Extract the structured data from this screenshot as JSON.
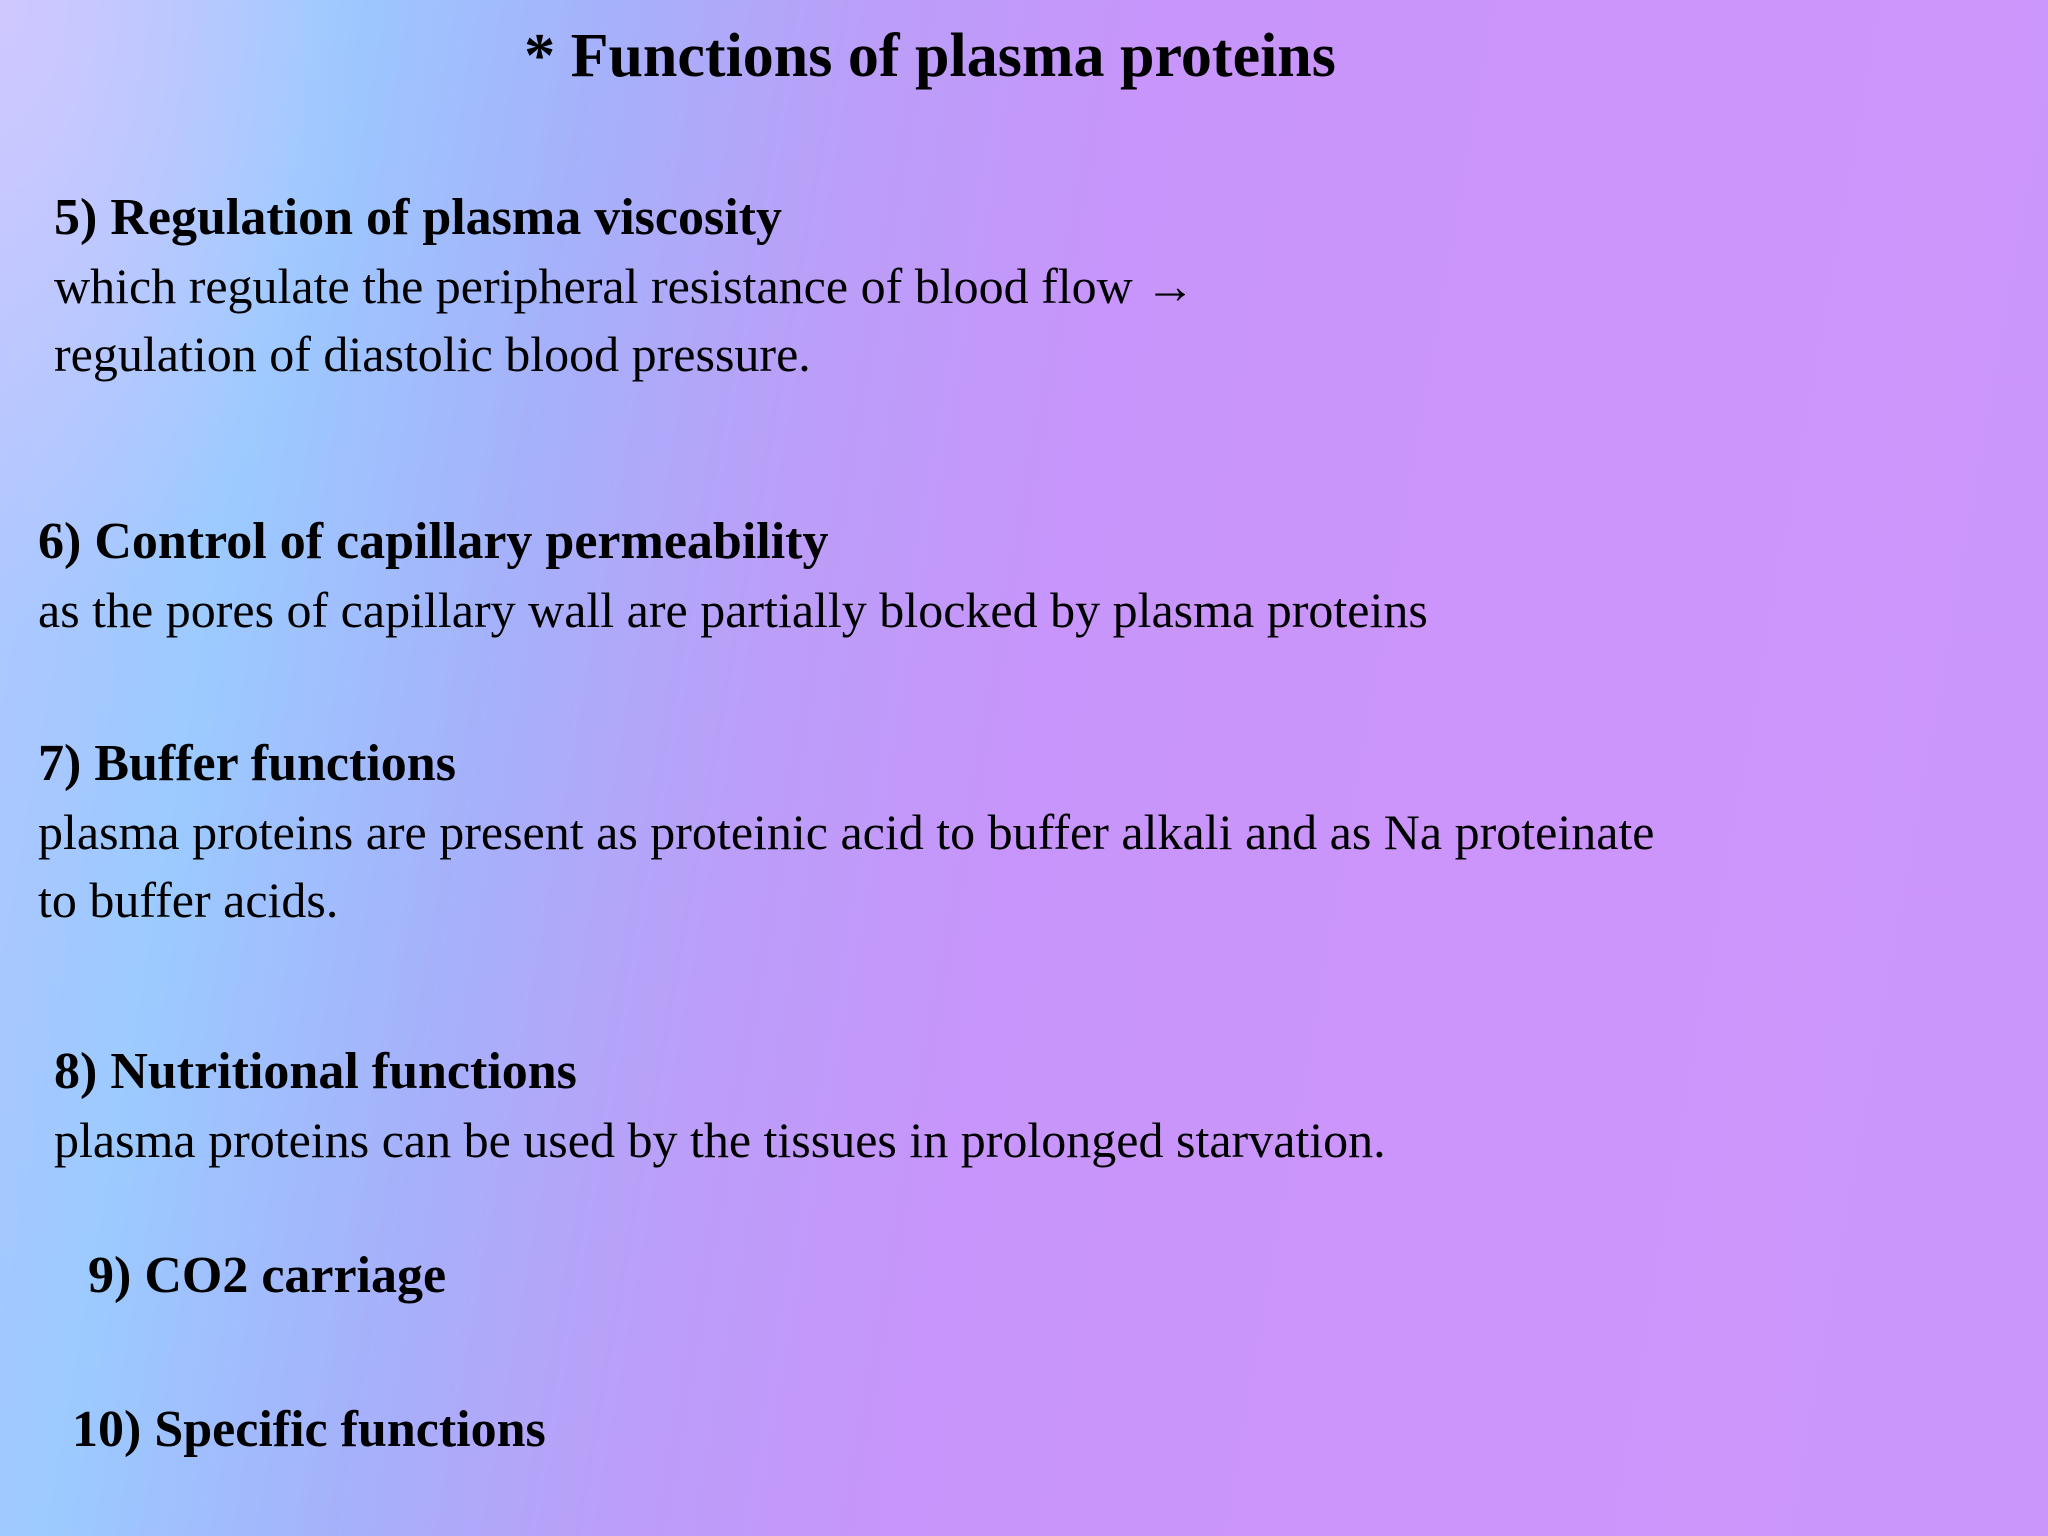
{
  "slide": {
    "title": "* Functions of plasma proteins",
    "sections": [
      {
        "heading": "5) Regulation of plasma viscosity",
        "lines": [
          "which regulate the peripheral resistance of blood flow →",
          "regulation of diastolic blood pressure."
        ]
      },
      {
        "heading": "6) Control of capillary permeability",
        "lines": [
          "as the pores of capillary wall are partially blocked by plasma proteins"
        ]
      },
      {
        "heading": "7) Buffer functions",
        "lines": [
          "plasma proteins are present as proteinic acid to buffer alkali and as Na proteinate",
          "to buffer acids."
        ]
      },
      {
        "heading": "8) Nutritional functions",
        "lines": [
          "plasma proteins can be used by the tissues in prolonged starvation."
        ]
      },
      {
        "heading": "9) CO2 carriage",
        "lines": []
      },
      {
        "heading": "10) Specific functions",
        "lines": []
      }
    ]
  }
}
